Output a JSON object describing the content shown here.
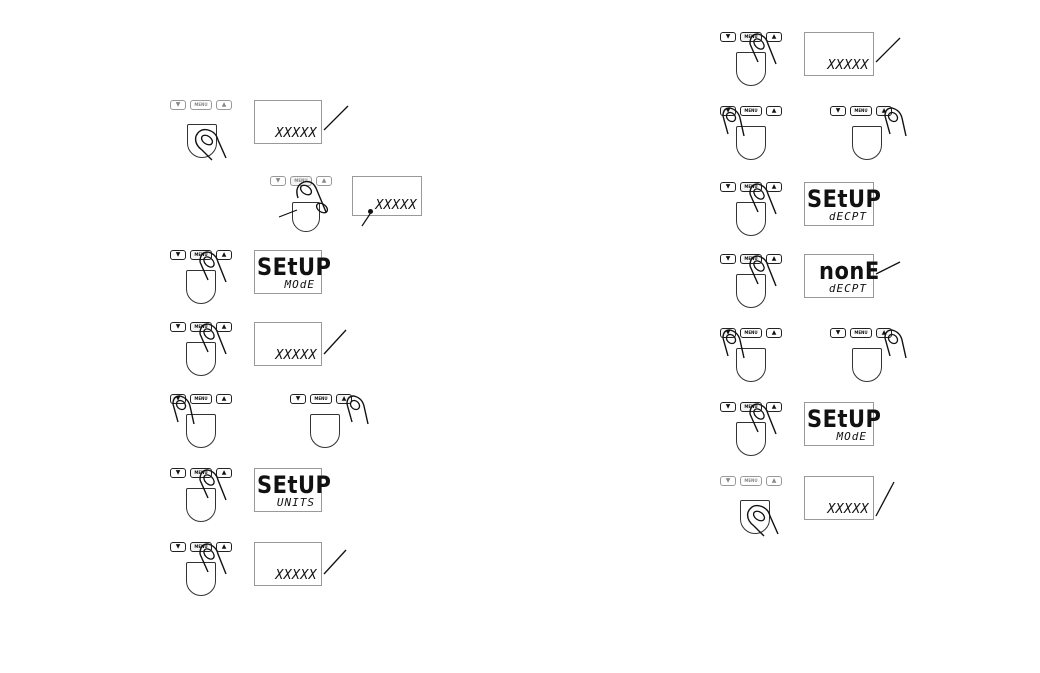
{
  "keypad": {
    "down_glyph": "▼",
    "up_glyph": "▲",
    "menu_label": "MENU"
  },
  "colors": {
    "ink": "#111111",
    "lcd_border": "#999999",
    "faded_key": "#888888"
  },
  "icons": {
    "finger": "finger-press-icon",
    "key": "keypad-key-icon"
  },
  "left_column": {
    "step1": {
      "lcd": "XXXXX"
    },
    "step2": {
      "lcd": "XXXXX"
    },
    "step3": {
      "line1": "SEtUP",
      "line2": "MOdE"
    },
    "step4": {
      "lcd": "XXXXX"
    },
    "step6": {
      "line1": "SEtUP",
      "line2": "UNITS"
    },
    "step7": {
      "lcd": "XXXXX"
    }
  },
  "right_column": {
    "step1": {
      "lcd": "XXXXX"
    },
    "step3": {
      "line1": "SEtUP",
      "line2": "dECPT"
    },
    "step4": {
      "line1": "nonE",
      "line2": "dECPT"
    },
    "step6": {
      "line1": "SEtUP",
      "line2": "MOdE"
    },
    "step7": {
      "lcd": "XXXXX"
    }
  }
}
